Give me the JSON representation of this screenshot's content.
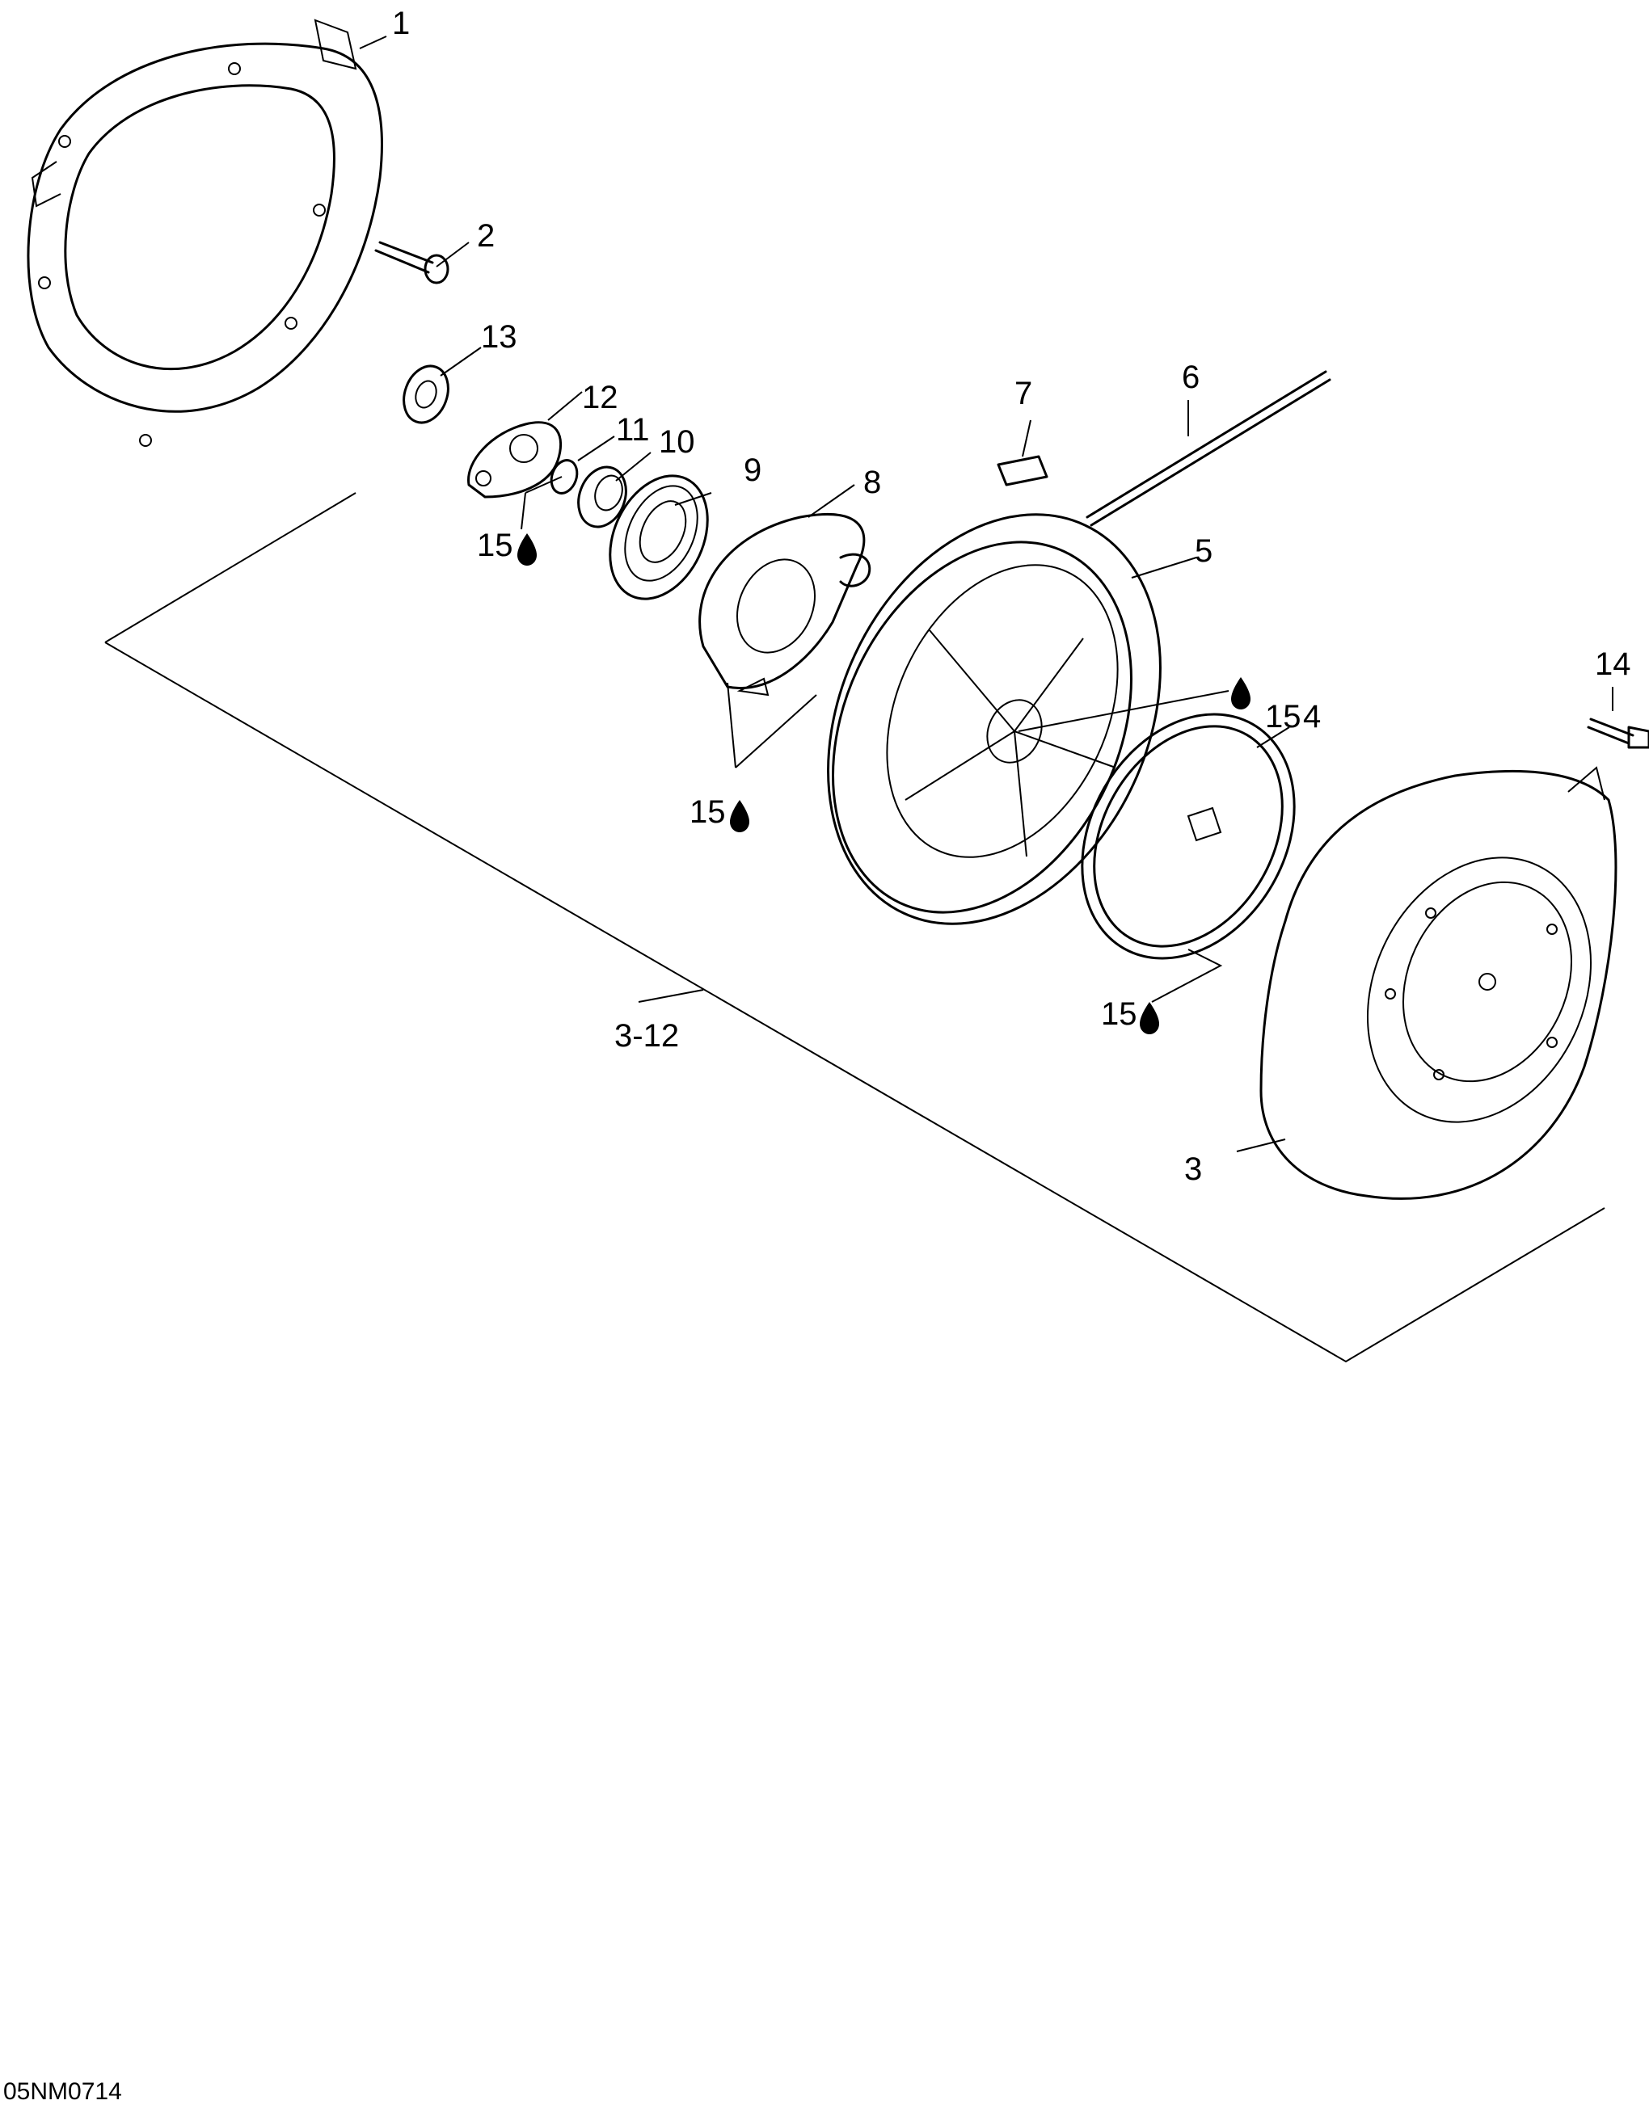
{
  "callouts": {
    "c1": "1",
    "c2": "2",
    "c3": "3",
    "c3_12": "3-12",
    "c4": "4",
    "c5": "5",
    "c6": "6",
    "c7": "7",
    "c8": "8",
    "c9": "9",
    "c10": "10",
    "c11": "11",
    "c12": "12",
    "c13": "13",
    "c14": "14",
    "c15_a": "15",
    "c15_b": "15",
    "c15_c": "15",
    "c15_d": "15"
  },
  "lubricant_icon": "oil-drop-icon",
  "document_id": "05NM0714"
}
